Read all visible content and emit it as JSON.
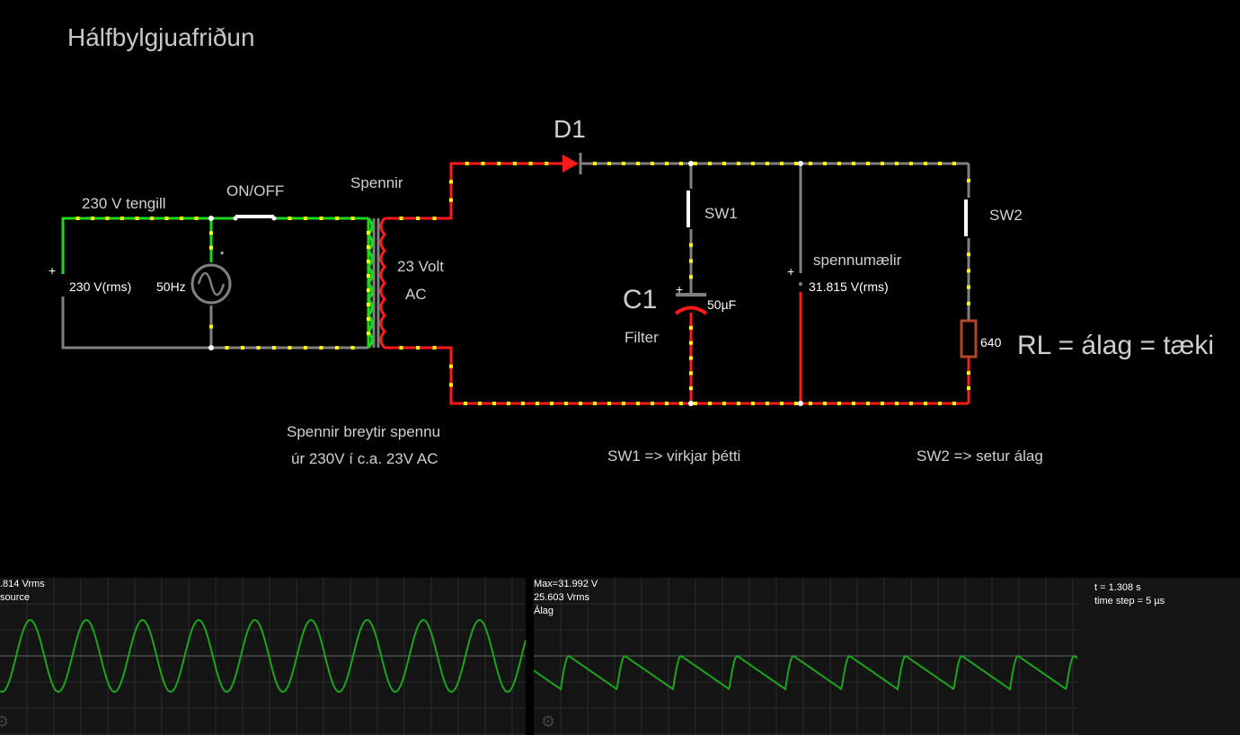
{
  "title": "Hálfbylgjuafriðun",
  "labels": {
    "plug": "230 V tengill",
    "onoff": "ON/OFF",
    "transformer": "Spennir",
    "source_voltage": "230 V(rms)",
    "source_freq": "50Hz",
    "secondary_volt": "23 Volt",
    "secondary_ac": "AC",
    "diode": "D1",
    "sw1": "SW1",
    "sw2": "SW2",
    "cap_name": "C1",
    "cap_value": "50µF",
    "cap_role": "Filter",
    "meter_name": "spennumælir",
    "meter_value": "31.815 V(rms)",
    "resistor_value": "640",
    "load_caption": "RL = álag = tæki",
    "transformer_note_1": "Spennir breytir spennu",
    "transformer_note_2": "úr 230V í c.a. 23V AC",
    "sw1_note": "SW1 => virkjar þétti",
    "sw2_note": "SW2 => setur álag",
    "plus": "+",
    "star": "*"
  },
  "scopes": {
    "left": {
      "line1": ".814 Vrms",
      "line2": " source"
    },
    "right": {
      "line1": "Max=31.992 V",
      "line2": "25.603 Vrms",
      "line3": "Álag"
    },
    "info": {
      "time": "t = 1.308 s",
      "step": "time step = 5 µs"
    }
  },
  "icons": {
    "settings": "gear-icon",
    "ac-source": "sine-wave-icon"
  },
  "colors": {
    "background": "#000000",
    "wire_live": "#ff1a1a",
    "wire_green": "#1ed81e",
    "wire_idle": "#808080",
    "current_dots": "#ffff00",
    "trace": "#1aa51a",
    "scope_bg": "#141414"
  }
}
